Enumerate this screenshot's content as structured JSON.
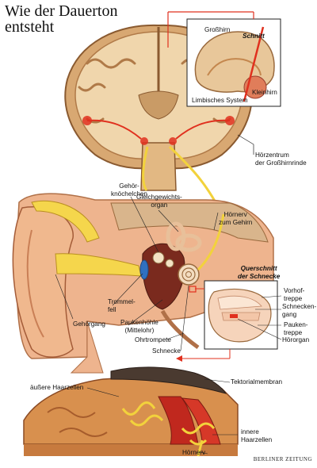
{
  "title": [
    "Wie der Dauerton",
    "entsteht"
  ],
  "labels": {
    "grosshirn": "Großhirn",
    "schnitt": "Schnitt",
    "limbisches_system": "Limbisches System",
    "kleinhirn": "Kleinhirn",
    "hoerzentrum": [
      "Hörzentrum",
      "der Großhirnrinde"
    ],
    "gehoerknoechelchen": [
      "Gehör-",
      "knöchelchen"
    ],
    "gleichgewichtsorgan": [
      "Gleichgewichts-",
      "organ"
    ],
    "hoernerv_gehirn": [
      "Hörnerv",
      "zum Gehirn"
    ],
    "querschnitt": [
      "Querschnitt",
      "der Schnecke"
    ],
    "trommelfell": [
      "Trommel-",
      "fell"
    ],
    "paukenhoehle": [
      "Paukenhöhle",
      "(Mittelohr)"
    ],
    "ohrtrompete": "Ohrtrompete",
    "schnecke": "Schnecke",
    "gehoergang": "Gehörgang",
    "vorhoftreppe": [
      "Vorhof-",
      "treppe"
    ],
    "schneckengang": [
      "Schnecken-",
      "gang"
    ],
    "paukentreppe": [
      "Pauken-",
      "treppe"
    ],
    "hoerorgan": "Hörorgan",
    "tektorialmembran": "Tektorialmembran",
    "aeussere_haarzellen": "äußere Haarzellen",
    "innere_haarzellen": [
      "innere",
      "Haarzellen"
    ],
    "hoernerv": "Hörnerv"
  },
  "credit": "BERLINER ZEITUNG",
  "colors": {
    "brain_tan": "#e8c79a",
    "brain_dark": "#9a6a3e",
    "connector_red": "#e0301e",
    "nerve_yellow": "#f2d23c",
    "ear_yellow": "#f5d64c",
    "skin": "#eeb48e",
    "bone": "#d9b58c"
  }
}
